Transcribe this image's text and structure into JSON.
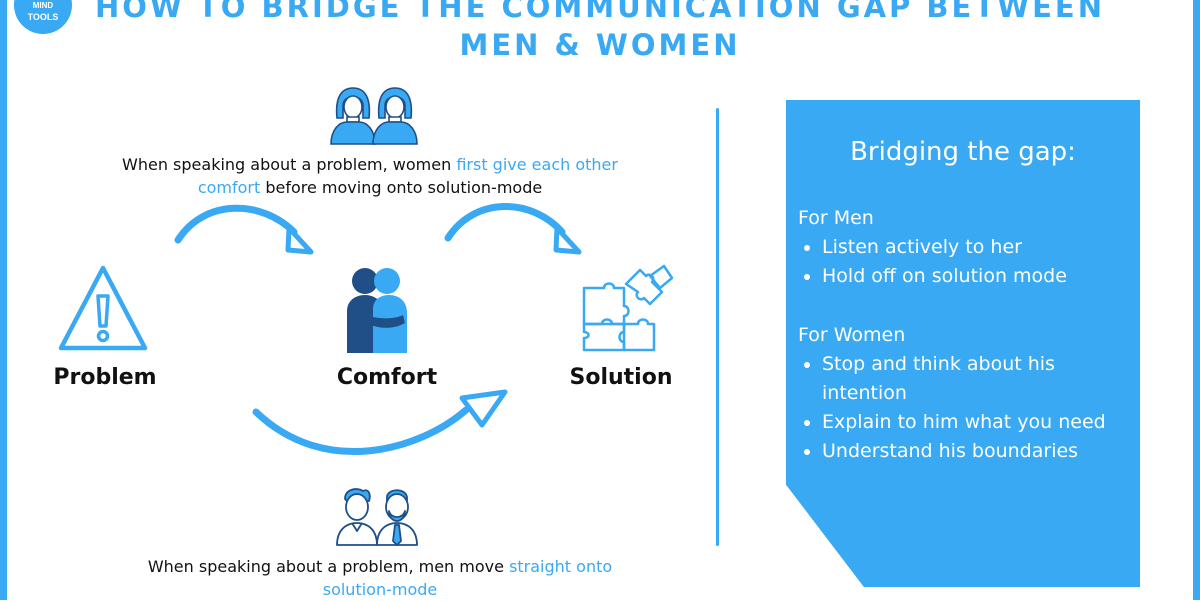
{
  "logo": {
    "line1": "MIND",
    "line2": "TOOLS"
  },
  "title": "How to bridge the communication gap between men & women",
  "women_caption": {
    "part1": "When speaking about a problem, women ",
    "highlight": "first give each other comfort",
    "part2": " before moving onto solution-mode"
  },
  "men_caption": {
    "part1": "When speaking about a problem, men move ",
    "highlight": "straight onto solution-mode"
  },
  "stages": {
    "problem": "Problem",
    "comfort": "Comfort",
    "solution": "Solution"
  },
  "panel": {
    "title": "Bridging the gap:",
    "men": {
      "heading": "For Men",
      "items": [
        "Listen actively to her",
        "Hold off on solution mode"
      ]
    },
    "women": {
      "heading": "For Women",
      "items": [
        "Stop and think about his intention",
        "Explain to him what you need",
        "Understand his boundaries"
      ]
    }
  },
  "icons": [
    "women-icon",
    "men-icon",
    "warning-icon",
    "hug-icon",
    "puzzle-icon",
    "arrow-icon"
  ],
  "colors": {
    "accent": "#39a9f3",
    "dark_accent": "#1f4f86",
    "text": "#111111"
  }
}
